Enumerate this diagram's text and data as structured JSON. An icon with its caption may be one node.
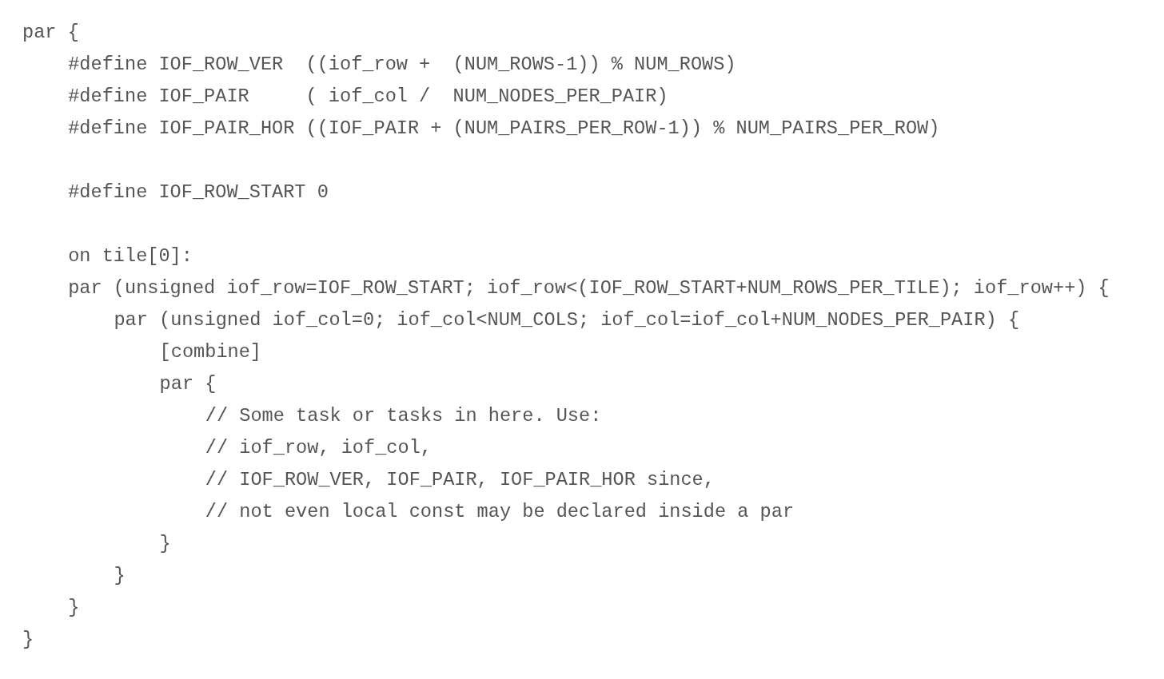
{
  "diagram": {
    "labels": [
      "par {",
      "#define IOF_ROW_VER  ((iof_row +  (NUM_ROWS-1)) % NUM_ROWS)",
      "#define IOF_PAIR     ( iof_col /  NUM_NODES_PER_PAIR)",
      "#define IOF_PAIR_HOR ((IOF_PAIR + (NUM_PAIRS_PER_ROW-1)) % NUM_PAIRS_PER_ROW)",
      "#define IOF_ROW_START 0",
      "on tile[0]:",
      "par (unsigned iof_row=IOF_ROW_START; iof_row<(IOF_ROW_START+NUM_ROWS_PER_TILE); iof_row++) {",
      "par (unsigned iof_col=0; iof_col<NUM_COLS; iof_col=iof_col+NUM_NODES_PER_PAIR) {",
      "[combine]",
      "par {",
      "// Some task or tasks in here. Use:",
      "// iof_row, iof_col,",
      "// IOF_ROW_VER, IOF_PAIR, IOF_PAIR_HOR since,",
      "// not even local const may be declared inside a par",
      "}",
      "}",
      "}",
      "}"
    ]
  }
}
